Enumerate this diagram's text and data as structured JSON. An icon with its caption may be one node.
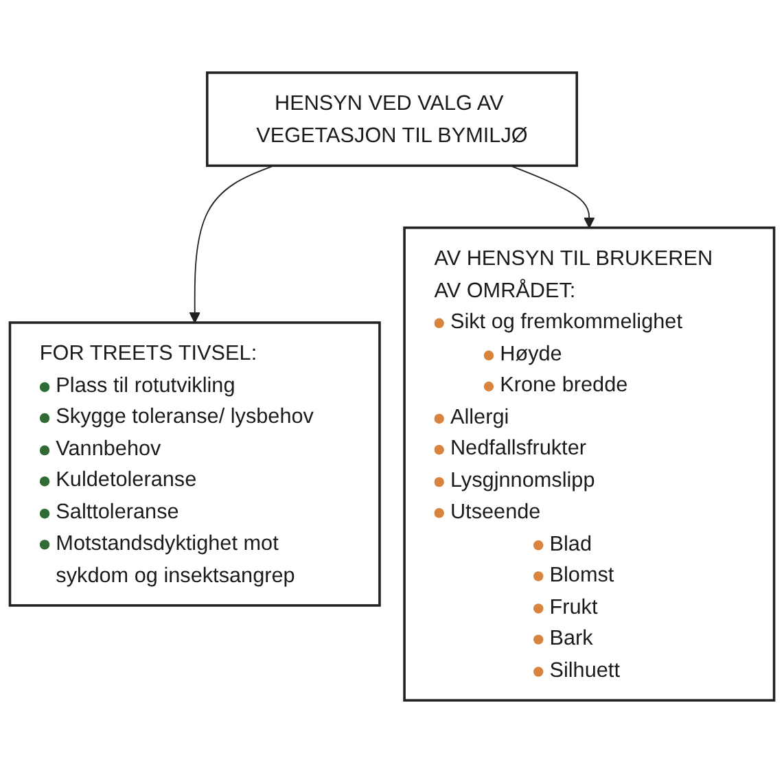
{
  "diagram": {
    "nodes": [
      {
        "text": [
          "HENSYN VED VALG AV VEGETASJON TIL BYMILJØ"
        ]
      },
      {
        "text": [
          "FOR TREETS TIVSEL:",
          "Plass til rotutvikling",
          "Skygge toleranse/ lysbehov",
          "Vannbehov",
          "Kuldetoleranse",
          "Salttoleranse",
          "Motstandsdyktighet mot sykdom og insektsangrep"
        ]
      },
      {
        "text": [
          "AV HENSYN TIL BRUKEREN AV OMRÅDET:",
          "Sikt og fremkommelighet",
          "Høyde",
          "Krone bredde",
          "Allergi",
          "Nedfallsfrukter",
          "Lysgjnnomslipp",
          "Utseende",
          "Blad",
          "Blomst",
          "Frukt",
          "Bark",
          "Silhuett"
        ]
      }
    ],
    "edges": [
      {
        "from": 0,
        "to": 1,
        "arrow": "to"
      },
      {
        "from": 0,
        "to": 2,
        "arrow": "to"
      }
    ]
  }
}
